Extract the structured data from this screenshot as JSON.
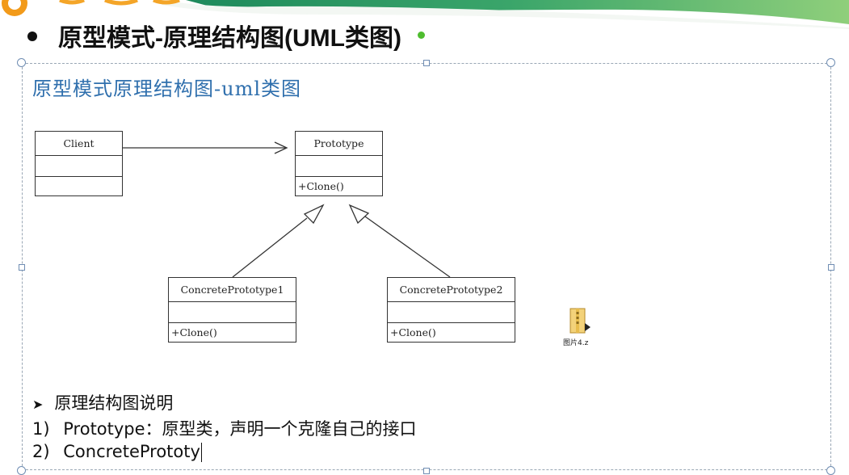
{
  "slide": {
    "title": "原型模式-原理结构图(UML类图)"
  },
  "diagram": {
    "title": "原型模式原理结构图-uml类图",
    "classes": {
      "client": {
        "name": "Client",
        "members": [
          "",
          ""
        ]
      },
      "prototype": {
        "name": "Prototype",
        "members": [
          "",
          "+Clone()"
        ]
      },
      "concrete1": {
        "name": "ConcretePrototype1",
        "members": [
          "",
          "+Clone()"
        ]
      },
      "concrete2": {
        "name": "ConcretePrototype2",
        "members": [
          "",
          "+Clone()"
        ]
      }
    }
  },
  "file_icon": {
    "label": "图片4.z",
    "icon": "zip-archive-icon"
  },
  "description": {
    "heading": "原理结构图说明",
    "item1_num": "1)",
    "item1_text": "Prototype：原型类，声明一个克隆自己的接口",
    "item2_num": "2)",
    "item2_text": "ConcretePrototy"
  },
  "colors": {
    "accent": "#2f6fad",
    "selection": "#6f8db3",
    "rotate_handle": "#4fbd2f"
  }
}
